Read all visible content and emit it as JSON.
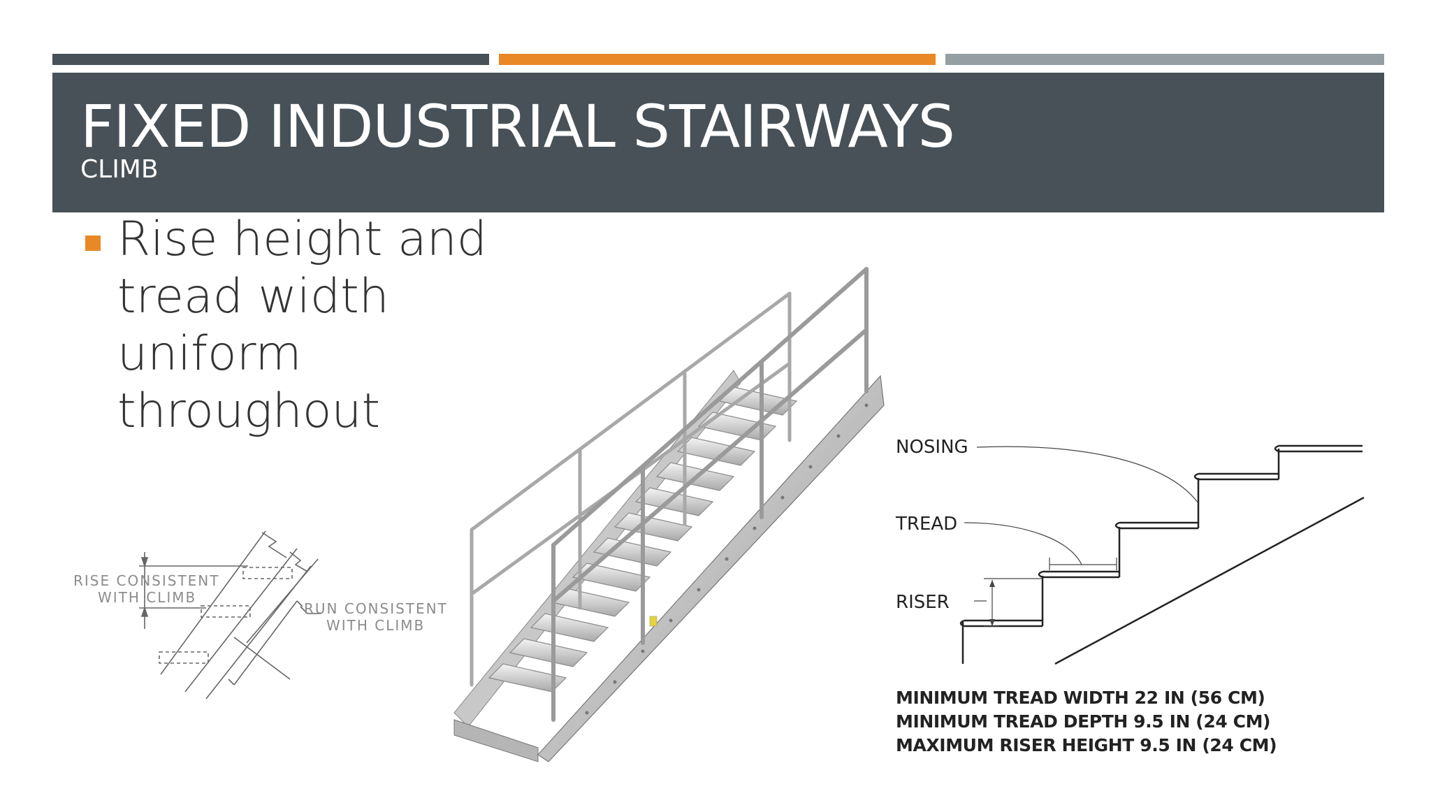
{
  "slide": {
    "title": "FIXED INDUSTRIAL STAIRWAYS",
    "subtitle": "CLIMB",
    "bullet": "Rise height and tread width uniform throughout",
    "accent_colors": [
      "#475157",
      "#e98826",
      "#959ea2"
    ],
    "header_color": "#475157"
  },
  "left_diagram": {
    "rise_label_line1": "RISE  CONSISTENT",
    "rise_label_line2": "WITH  CLIMB",
    "run_label_line1": "RUN  CONSISTENT",
    "run_label_line2": "WITH  CLIMB"
  },
  "right_diagram": {
    "nosing": "NOSING",
    "tread": "TREAD",
    "riser": "RISER",
    "specs": [
      "MINIMUM TREAD WIDTH 22 IN (56 CM)",
      "MINIMUM TREAD DEPTH 9.5 IN (24 CM)",
      "MAXIMUM RISER HEIGHT 9.5 IN (24 CM)"
    ]
  }
}
